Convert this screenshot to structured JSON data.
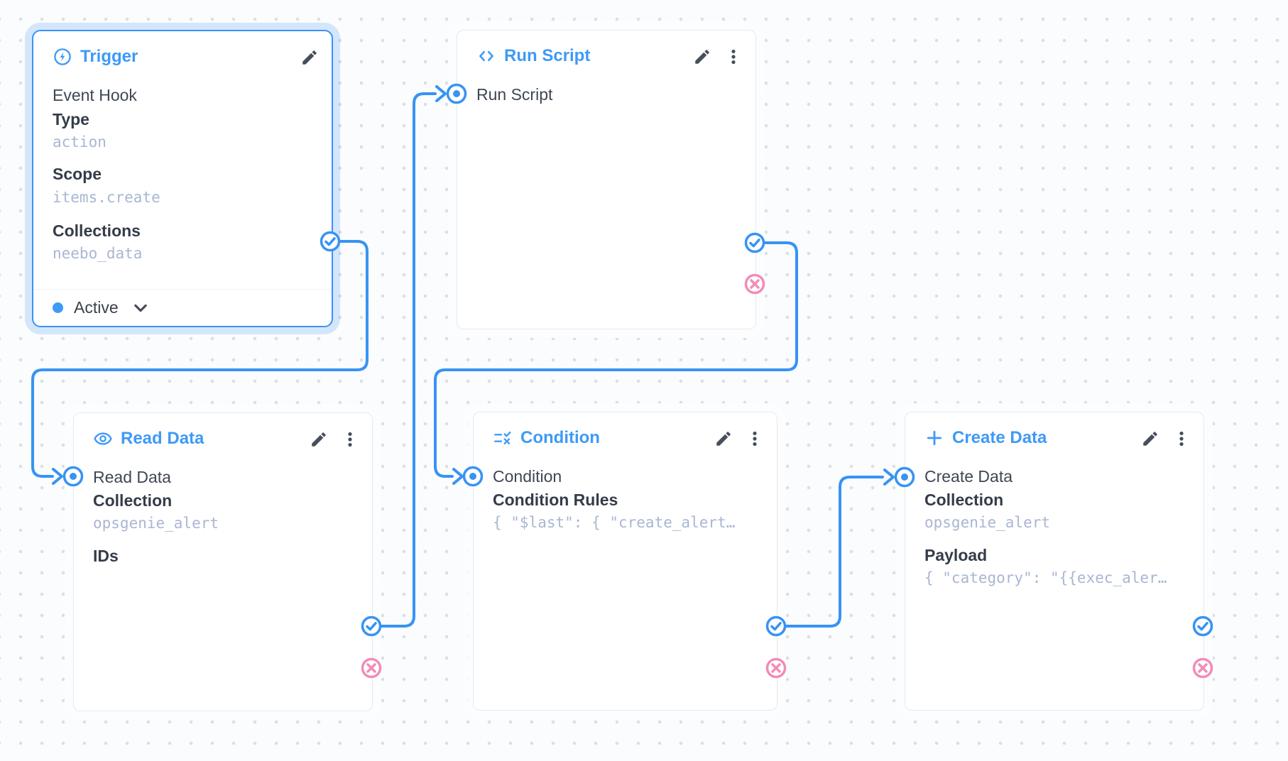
{
  "app": {
    "view": "flow-editor"
  },
  "colors": {
    "accent": "#3793f4",
    "accent_text": "#3e9af7",
    "reject_pink": "#f18cba",
    "panel_border": "#e7e9ed",
    "text": "#3f4754",
    "label_text": "#343c49",
    "mono_text": "#a9b6d3",
    "canvas_bg": "#fbfcfd",
    "dot_color": "#dbdee3"
  },
  "nodes": [
    {
      "key": "trigger",
      "title": "Trigger",
      "icon": "bolt-circle-icon",
      "type_label": "Event Hook",
      "fields": [
        {
          "label": "Type",
          "value": "action"
        },
        {
          "label": "Scope",
          "value": "items.create"
        },
        {
          "label": "Collections",
          "value": "neebo_data"
        }
      ],
      "status": "Active"
    },
    {
      "key": "run-script",
      "title": "Run Script",
      "icon": "code-icon",
      "name": "Run Script",
      "fields": []
    },
    {
      "key": "read-data",
      "title": "Read Data",
      "icon": "eye-icon",
      "name": "Read Data",
      "fields": [
        {
          "label": "Collection",
          "value": "opsgenie_alert"
        },
        {
          "label": "IDs",
          "value": ""
        }
      ]
    },
    {
      "key": "condition",
      "title": "Condition",
      "icon": "rule-icon",
      "name": "Condition",
      "fields": [
        {
          "label": "Condition Rules",
          "value": "{ \"$last\": { \"create_alert…"
        }
      ]
    },
    {
      "key": "create-data",
      "title": "Create Data",
      "icon": "plus-icon",
      "name": "Create Data",
      "fields": [
        {
          "label": "Collection",
          "value": "opsgenie_alert"
        },
        {
          "label": "Payload",
          "value": "{ \"category\": \"{{exec_aler…"
        }
      ]
    }
  ],
  "connections": [
    {
      "from": "Trigger",
      "port": "resolve",
      "to": "Read Data"
    },
    {
      "from": "Read Data",
      "port": "resolve",
      "to": "Run Script"
    },
    {
      "from": "Run Script",
      "port": "resolve",
      "to": "Condition"
    },
    {
      "from": "Condition",
      "port": "resolve",
      "to": "Create Data"
    }
  ]
}
